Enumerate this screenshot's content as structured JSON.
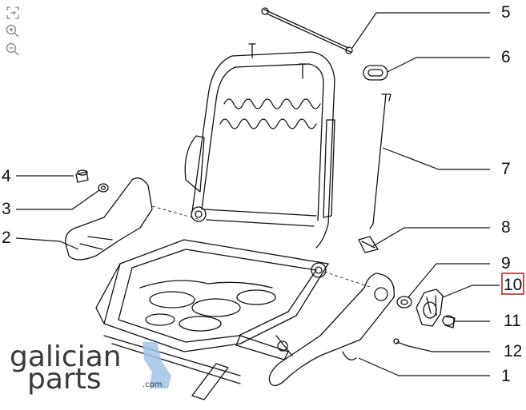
{
  "toolbar": {
    "items": [
      {
        "name": "fullscreen-icon"
      },
      {
        "name": "zoom-in-icon"
      },
      {
        "name": "zoom-out-icon"
      }
    ]
  },
  "callouts": [
    {
      "id": "c1",
      "label": "1"
    },
    {
      "id": "c2",
      "label": "2"
    },
    {
      "id": "c3",
      "label": "3"
    },
    {
      "id": "c4",
      "label": "4"
    },
    {
      "id": "c5",
      "label": "5"
    },
    {
      "id": "c6",
      "label": "6"
    },
    {
      "id": "c7",
      "label": "7"
    },
    {
      "id": "c8",
      "label": "8"
    },
    {
      "id": "c9",
      "label": "9"
    },
    {
      "id": "c10",
      "label": "10",
      "highlighted": true
    },
    {
      "id": "c11",
      "label": "11"
    },
    {
      "id": "c12",
      "label": "12"
    }
  ],
  "watermark": {
    "line1": "galician",
    "line2": "parts",
    "suffix": ".com",
    "accent_color": "#9fc4e6"
  },
  "colors": {
    "ink": "#111111",
    "highlight": "#c0262a",
    "icon": "#8a8a8a"
  }
}
